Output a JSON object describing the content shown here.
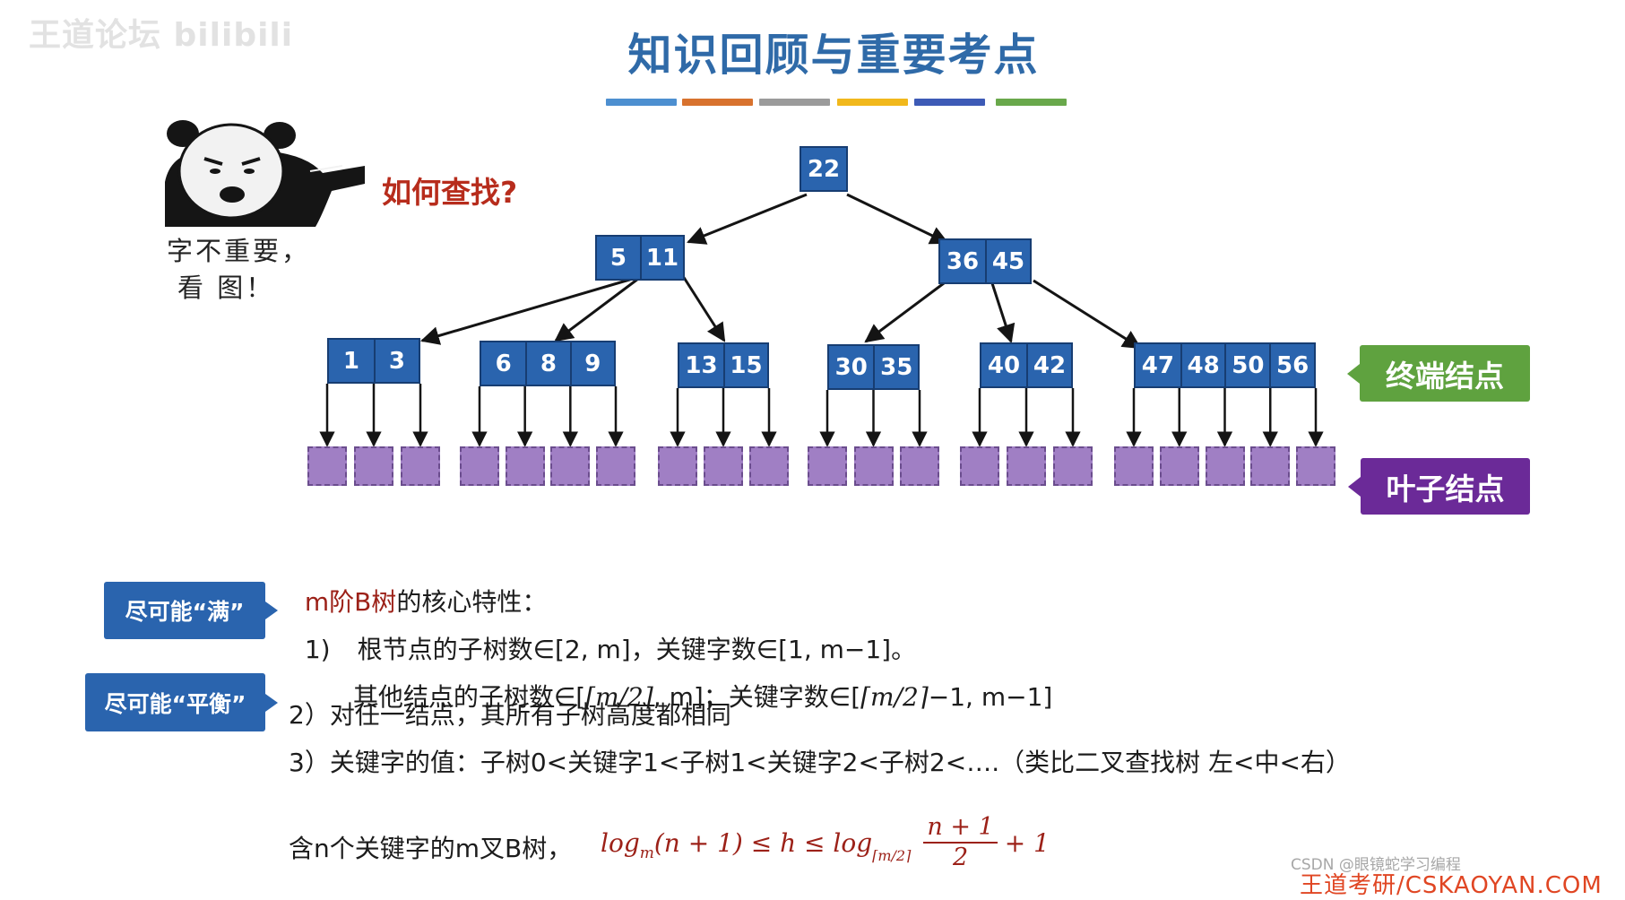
{
  "watermark": "王道论坛 bilibili",
  "title": "知识回顾与重要考点",
  "title_bar_colors": [
    "#4d8fd0",
    "#d8722e",
    "#9b9b9b",
    "#f1b81c",
    "#3d5ab6",
    "#69a84b"
  ],
  "meme": {
    "icon": "panda-pointing-icon",
    "question": "如何查找?",
    "caption_line1": "字不重要，",
    "caption_line2": "看 图！"
  },
  "tree": {
    "nodes": [
      {
        "keys": [
          "22"
        ]
      },
      {
        "keys": [
          "5",
          "11"
        ]
      },
      {
        "keys": [
          "36",
          "45"
        ]
      },
      {
        "keys": [
          "1",
          "3"
        ]
      },
      {
        "keys": [
          "6",
          "8",
          "9"
        ]
      },
      {
        "keys": [
          "13",
          "15"
        ]
      },
      {
        "keys": [
          "30",
          "35"
        ]
      },
      {
        "keys": [
          "40",
          "42"
        ]
      },
      {
        "keys": [
          "47",
          "48",
          "50",
          "56"
        ]
      }
    ],
    "terminal_label": "终端结点",
    "leaf_label": "叶子结点",
    "colors": {
      "node": "#2a64ae",
      "leaf": "#a07fc4",
      "terminal_tag": "#5fa23f",
      "leaf_tag": "#6b2a98"
    }
  },
  "properties": {
    "heading_red": "m阶B树",
    "heading_rest": "的核心特性：",
    "tag_full": "尽可能“满”",
    "tag_balance": "尽可能“平衡”",
    "line1_num": "1)",
    "line1_text": "根节点的子树数∈[2, m]，关键字数∈[1, m−1]。",
    "line1b_pre": "其他结点的子树数∈[",
    "line1b_ceil1": "⌈m/2⌉",
    "line1b_mid": ", m]；关键字数∈[",
    "line1b_ceil2": "⌈m/2⌉",
    "line1b_post": "−1, m−1]",
    "line2": "2）对任一结点，其所有子树高度都相同",
    "line3": "3）关键字的值：子树0<关键字1<子树1<关键字2<子树2<….（类比二叉查找树 左<中<右）",
    "height_text": "含n个关键字的m叉B树，",
    "formula_left": "log",
    "formula_left_sub": "m",
    "formula_mid": "(n + 1) ≤ h ≤ log",
    "formula_right_sub": "⌈m/2⌉",
    "formula_num": "n + 1",
    "formula_den": "2",
    "formula_tail": "+ 1"
  },
  "footer_watermark": "CSDN @眼镜蛇学习编程",
  "footer_cut": "王道考研/CSKAOYAN.COM"
}
